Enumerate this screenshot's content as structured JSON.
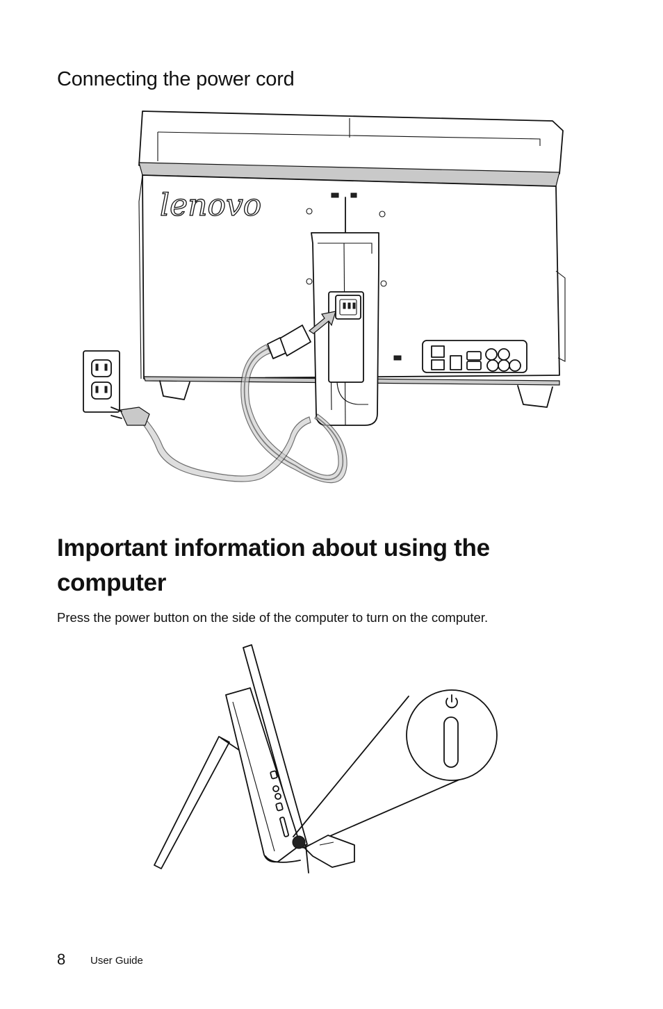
{
  "sections": {
    "power_cord": {
      "heading": "Connecting the power cord"
    },
    "important": {
      "heading": "Important information about using the computer",
      "body": "Press the power button on the side of the computer to turn on the computer."
    }
  },
  "figures": {
    "power_cord": {
      "logo_text": "lenovo",
      "icons": [
        "power-socket-icon",
        "wall-outlet-icon",
        "plug-icon",
        "arrow-icon"
      ]
    },
    "power_button": {
      "icons": [
        "power-symbol-icon",
        "hand-icon",
        "magnifier-callout"
      ]
    }
  },
  "footer": {
    "page_number": "8",
    "label": "User Guide"
  }
}
